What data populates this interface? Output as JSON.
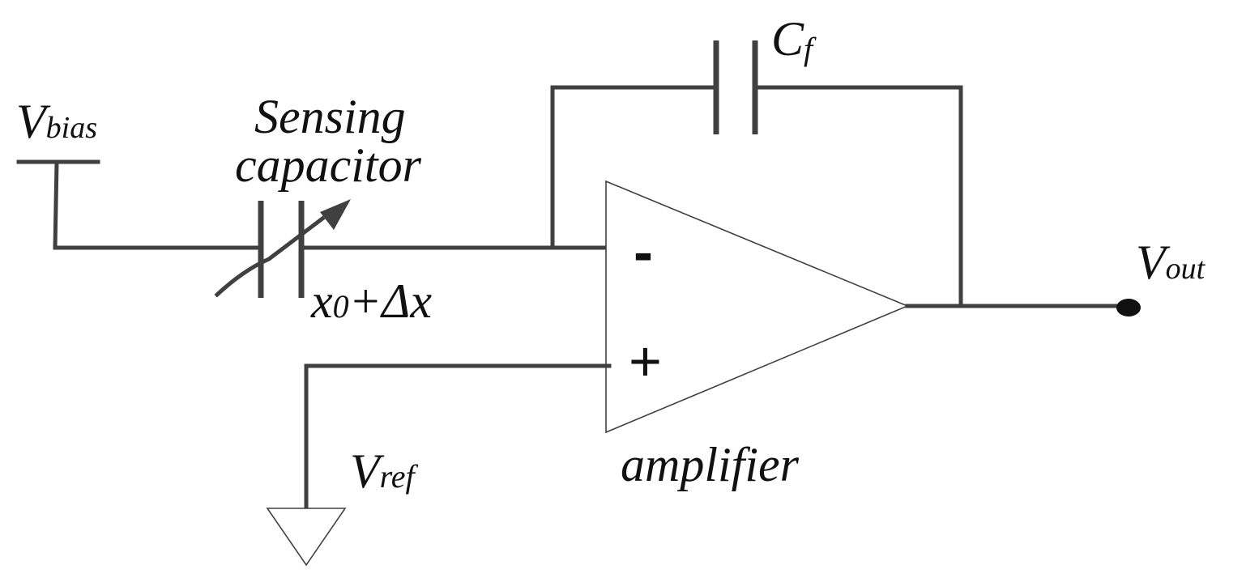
{
  "labels": {
    "vbias_main": "V",
    "vbias_sub": "bias",
    "sensing_line1": "Sensing",
    "sensing_line2": "capacitor",
    "cf_main": "C",
    "cf_sub": "f",
    "gap_main": "x",
    "gap_sub": "0",
    "gap_rest": "+Δx",
    "vout_main": "V",
    "vout_sub": "out",
    "vref_main": "V",
    "vref_sub": "ref",
    "amplifier": "amplifier",
    "minus_sign": "-",
    "plus_sign": "+"
  },
  "colors": {
    "wire": "#404040",
    "text": "#111111",
    "background": "#ffffff"
  }
}
